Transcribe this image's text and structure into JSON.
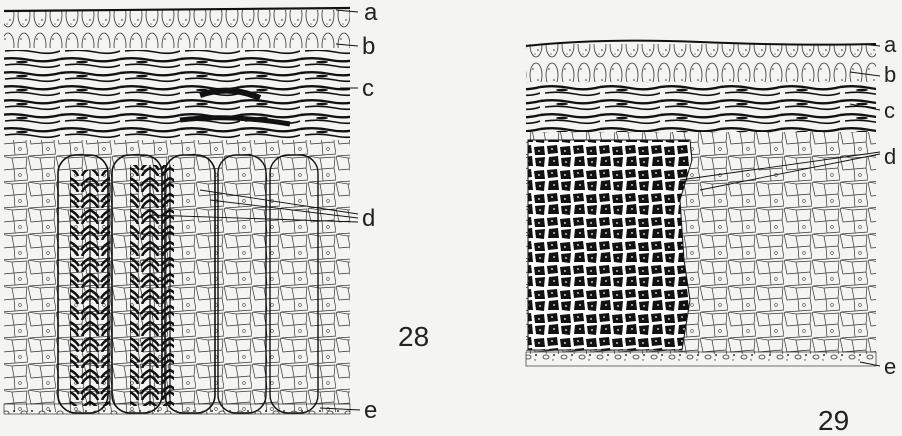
{
  "figures": [
    {
      "number": "28",
      "labels": [
        "a",
        "b",
        "c",
        "d",
        "e"
      ]
    },
    {
      "number": "29",
      "labels": [
        "a",
        "b",
        "c",
        "d",
        "e"
      ]
    }
  ],
  "colors": {
    "background": "#f4f4f2",
    "ink": "#1a1a1a",
    "paper": "#fbfbf8"
  }
}
